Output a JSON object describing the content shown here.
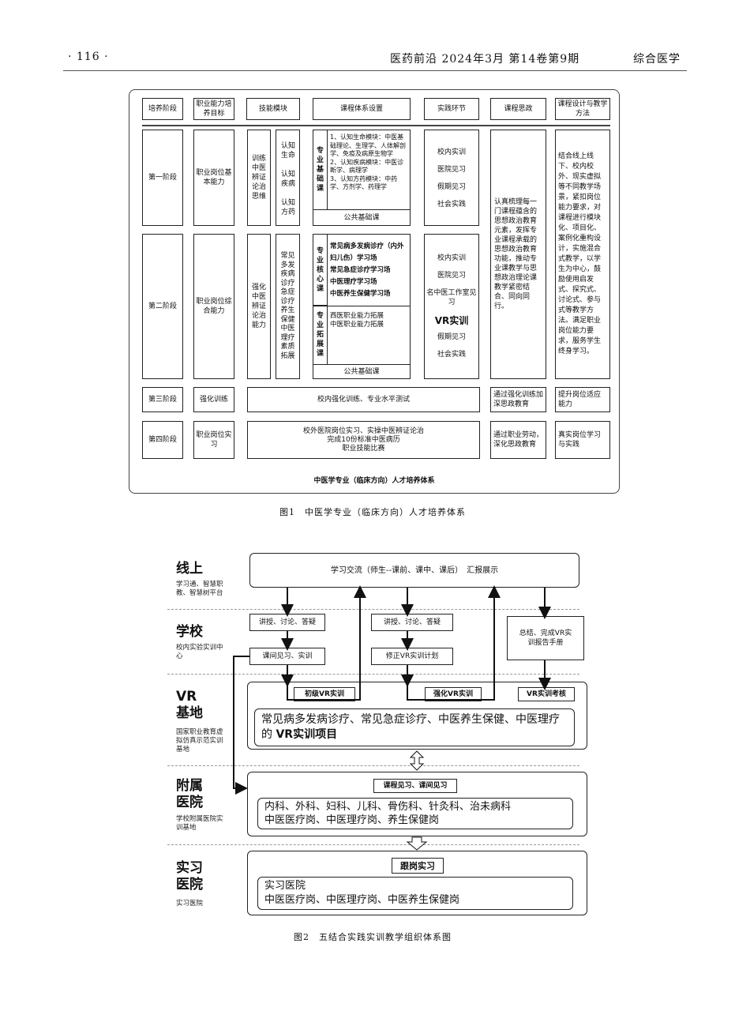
{
  "header": {
    "page": "· 116 ·",
    "journal": "医药前沿  2024年3月  第14卷第9期",
    "section": "综合医学"
  },
  "figure1": {
    "columns": [
      "培养阶段",
      "职业能力培养目标",
      "技能模块",
      "课程体系设置",
      "实践环节",
      "课程思政",
      "课程设计与教学方法"
    ],
    "stage1": {
      "label": "第一阶段",
      "goal": "职业岗位基本能力",
      "skill_main": "训练中医辨证论治思维",
      "skill_sub": [
        "认知生命",
        "认知疾病",
        "认知方药"
      ],
      "module_label": "专业基础课",
      "courses": "1、认知生命模块：中医基础理论、生理学、人体解剖学、免疫及病原生物学\n2、认知疾病模块：中医诊断学、病理学\n3、认知方药模块：中药学、方剂学、药理学",
      "public": "公共基础课",
      "practice": [
        "校内实训",
        "医院见习",
        "假期见习",
        "社会实践"
      ]
    },
    "stage2": {
      "label": "第二阶段",
      "goal": "职业岗位综合能力",
      "skill_main": "强化中医辨证论治能力",
      "skill_sub": "常见多发疾病诊疗\n急症诊疗\n养生保健\n中医理疗\n素质拓展",
      "core_label": "专业核心课",
      "core_courses": "常见病多发病诊疗（内外妇儿伤）学习场\n常见急症诊疗学习场\n中医理疗学习场\n中医养生保健学习场",
      "ext_label": "专业拓展课",
      "ext_courses": "西医职业能力拓展\n中医职业能力拓展",
      "public": "公共基础课",
      "practice": [
        "校内实训",
        "医院见习",
        "名中医工作室见习",
        "VR实训",
        "假期见习",
        "社会实践"
      ]
    },
    "ideology": "认真梳理每一门课程蕴含的思想政治教育元素，发挥专业课程承载的思想政治教育功能，推动专业课教学与思想政治理论课教学紧密结合、同向同行。",
    "method": "结合线上线下、校内校外、现实虚拟等不同教学场景，紧扣岗位能力要求，对课程进行模块化、项目化、案例化重构设计，实施混合式教学，以学生为中心，鼓励使用启发式、探究式、讨论式、参与式等教学方法。满足职业岗位能力要求，服务学生终身学习。",
    "stage3": {
      "label": "第三阶段",
      "goal": "强化训练",
      "course": "校内强化训练、专业水平测试",
      "ideology": "通过强化训练加深思政教育",
      "method": "提升岗位适应能力"
    },
    "stage4": {
      "label": "第四阶段",
      "goal": "职业岗位实习",
      "course": "校外医院岗位实习、实操中医辨证论治\n完成10份标准中医病历\n职业技能比赛",
      "ideology": "通过职业劳动，深化思政教育",
      "method": "真实岗位学习与实践"
    },
    "inner_title": "中医学专业（临床方向）人才培养体系",
    "caption": "图1　中医学专业（临床方向）人才培养体系"
  },
  "figure2": {
    "rows": [
      {
        "title": "线上",
        "sub": "学习通、智慧职教、智慧树平台"
      },
      {
        "title": "学校",
        "sub": "校内实验实训中心"
      },
      {
        "title": "VR\n基地",
        "sub": "国家职业教育虚拟仿真示范实训基地"
      },
      {
        "title": "附属\n医院",
        "sub": "学校附属医院实训基地"
      },
      {
        "title": "实习\n医院",
        "sub": "实习医院"
      }
    ],
    "online_box": "学习交流（师生--课前、课中、课后）　汇报展示",
    "school_b1": "讲授、讨论、答疑",
    "school_b2": "课间见习、实训",
    "school_b3": "讲授、讨论、答疑",
    "school_b4": "修正VR实训计划",
    "school_b5": "总结、完成VR实训报告手册",
    "vr_tag1": "初级VR实训",
    "vr_tag2": "强化VR实训",
    "vr_tag3": "VR实训考核",
    "vr_text_a": "常见病多发病诊疗、常见急症诊疗、中医养生保健、中医理疗的",
    "vr_text_b": "VR实训项目",
    "hosp_tag": "课程见习、课间见习",
    "hosp_text": "内科、外科、妇科、儿科、骨伤科、针灸科、治未病科\n中医医疗岗、中医理疗岗、养生保健岗",
    "intern_tag": "跟岗实习",
    "intern_text": "实习医院\n中医医疗岗、中医理疗岗、中医养生保健岗",
    "caption": "图2　五结合实践实训教学组织体系图"
  }
}
